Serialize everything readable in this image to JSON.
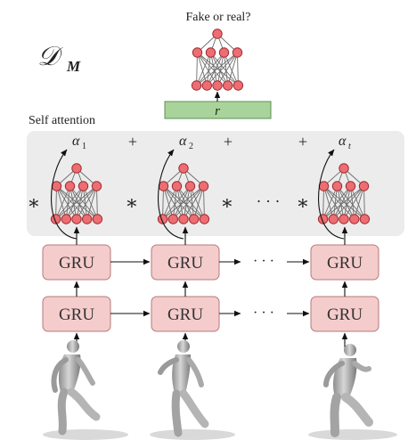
{
  "discriminator_symbol": "𝒟",
  "discriminator_subscript": "M",
  "output_question": "Fake or real?",
  "self_attention_label": "Self attention",
  "r_label": "r",
  "gru_label": "GRU",
  "plus_symbol": "+",
  "times_symbol": "∗",
  "ellipsis": "· · ·",
  "alphas": [
    {
      "base": "α",
      "sub": "1"
    },
    {
      "base": "α",
      "sub": "2"
    },
    {
      "base": "α",
      "sub": "t"
    }
  ],
  "colors": {
    "gru_fill": "#f5cccc",
    "gru_stroke": "#b57a7a",
    "node_fill": "#ec6e73",
    "r_fill": "#a8d39a",
    "attention_bg": "#ececec"
  }
}
